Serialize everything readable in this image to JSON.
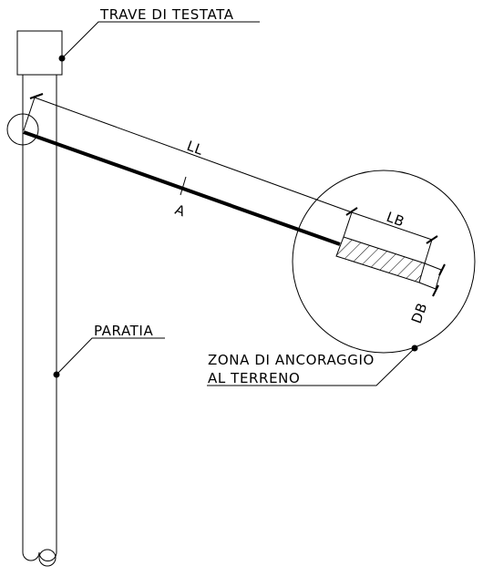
{
  "labels": {
    "trave_di_testata": "TRAVE DI TESTATA",
    "paratia": "PARATIA",
    "zona_line1": "ZONA DI ANCORAGGIO",
    "zona_line2": "AL TERRENO",
    "ll": "LL",
    "lb": "LB",
    "db": "DB",
    "a": "A"
  },
  "colors": {
    "line": "#000000",
    "background": "#ffffff"
  }
}
